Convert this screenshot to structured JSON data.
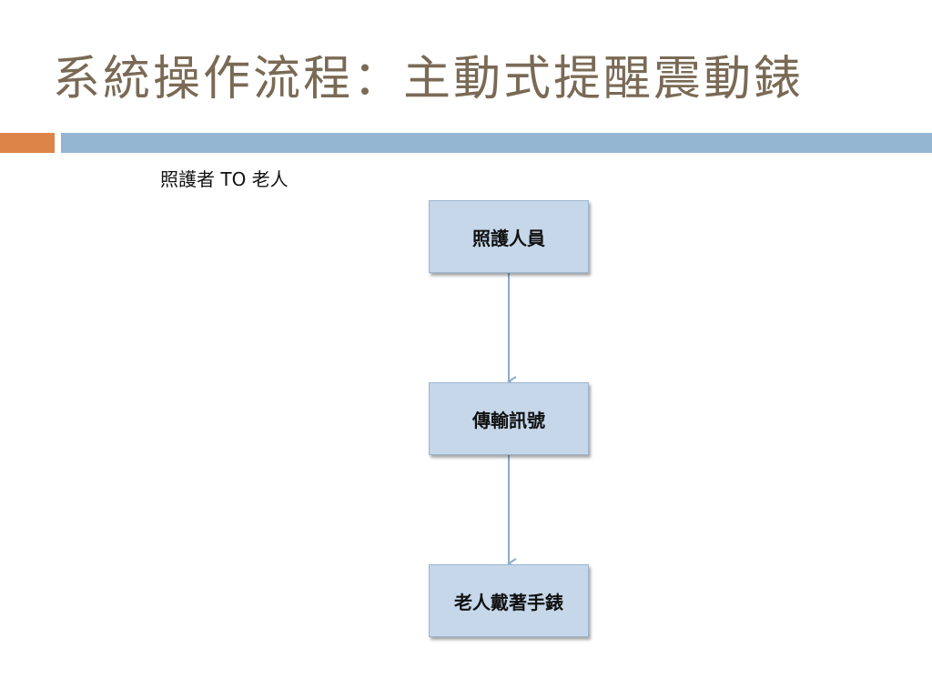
{
  "slide": {
    "title": "系統操作流程：主動式提醒震動錶",
    "subtitle": "照護者 TO 老人"
  },
  "flow": {
    "nodes": [
      {
        "label": "照護人員"
      },
      {
        "label": "傳輸訊號"
      },
      {
        "label": "老人戴著手錶"
      }
    ]
  },
  "colors": {
    "title": "#7a6a55",
    "accent_orange": "#dd8549",
    "accent_blue": "#94b6d2",
    "node_fill": "#c5d7e9",
    "connector": "#8eabc9"
  }
}
